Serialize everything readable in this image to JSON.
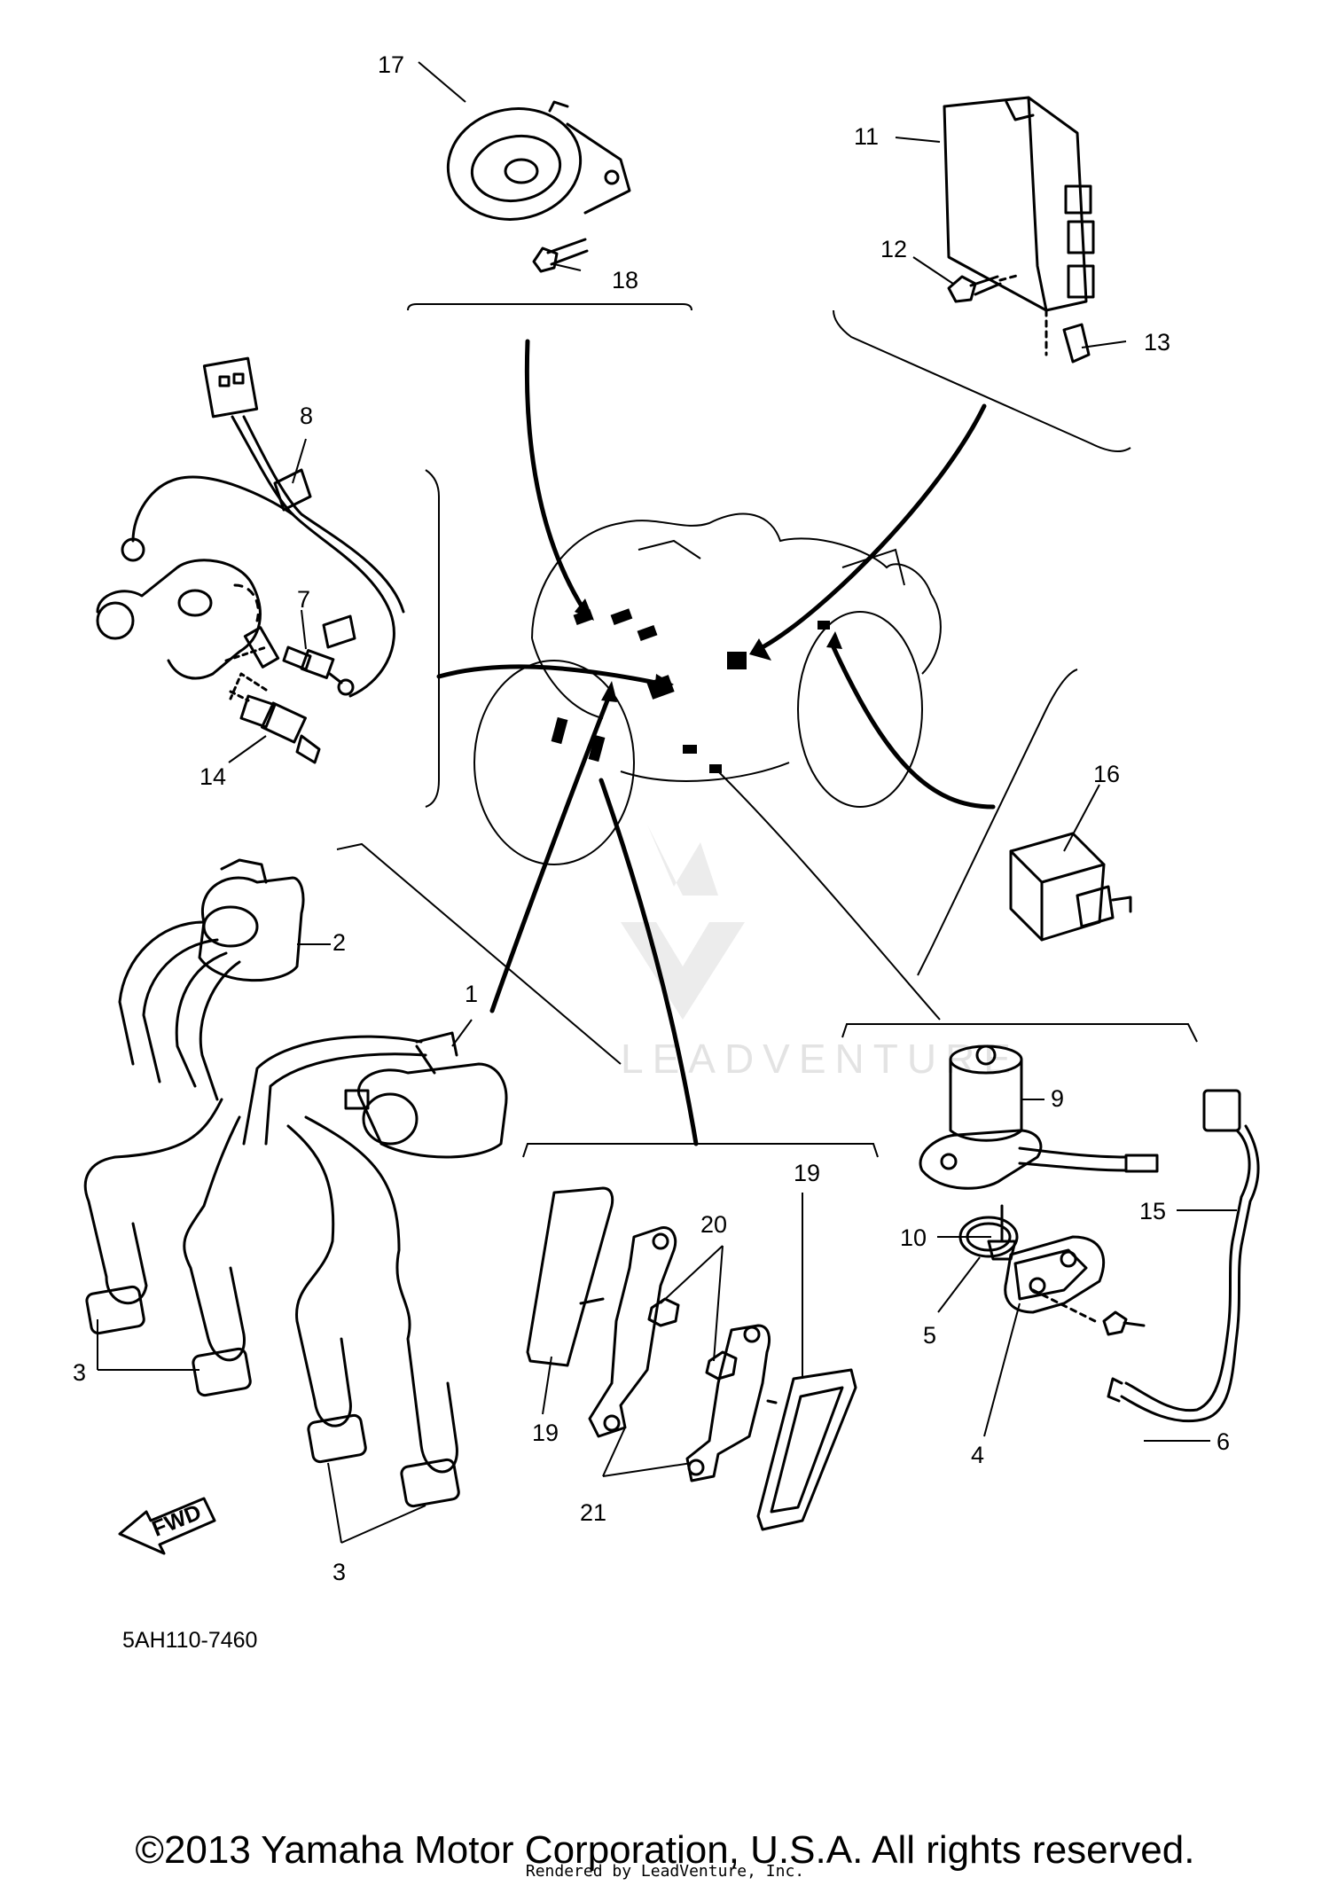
{
  "diagram": {
    "callouts": {
      "c1": "1",
      "c2": "2",
      "c3a": "3",
      "c3b": "3",
      "c4": "4",
      "c5": "5",
      "c6": "6",
      "c7": "7",
      "c8": "8",
      "c9": "9",
      "c10": "10",
      "c11": "11",
      "c12": "12",
      "c13": "13",
      "c14": "14",
      "c15": "15",
      "c16": "16",
      "c17": "17",
      "c18": "18",
      "c19a": "19",
      "c19b": "19",
      "c20": "20",
      "c21": "21"
    },
    "fwd_label": "FWD",
    "diagram_code": "5AH110-7460",
    "watermark": "LEADVENTURE"
  },
  "footer": {
    "copyright": "©2013 Yamaha Motor Corporation, U.S.A. All rights reserved.",
    "rendered_by": "Rendered by LeadVenture, Inc."
  }
}
